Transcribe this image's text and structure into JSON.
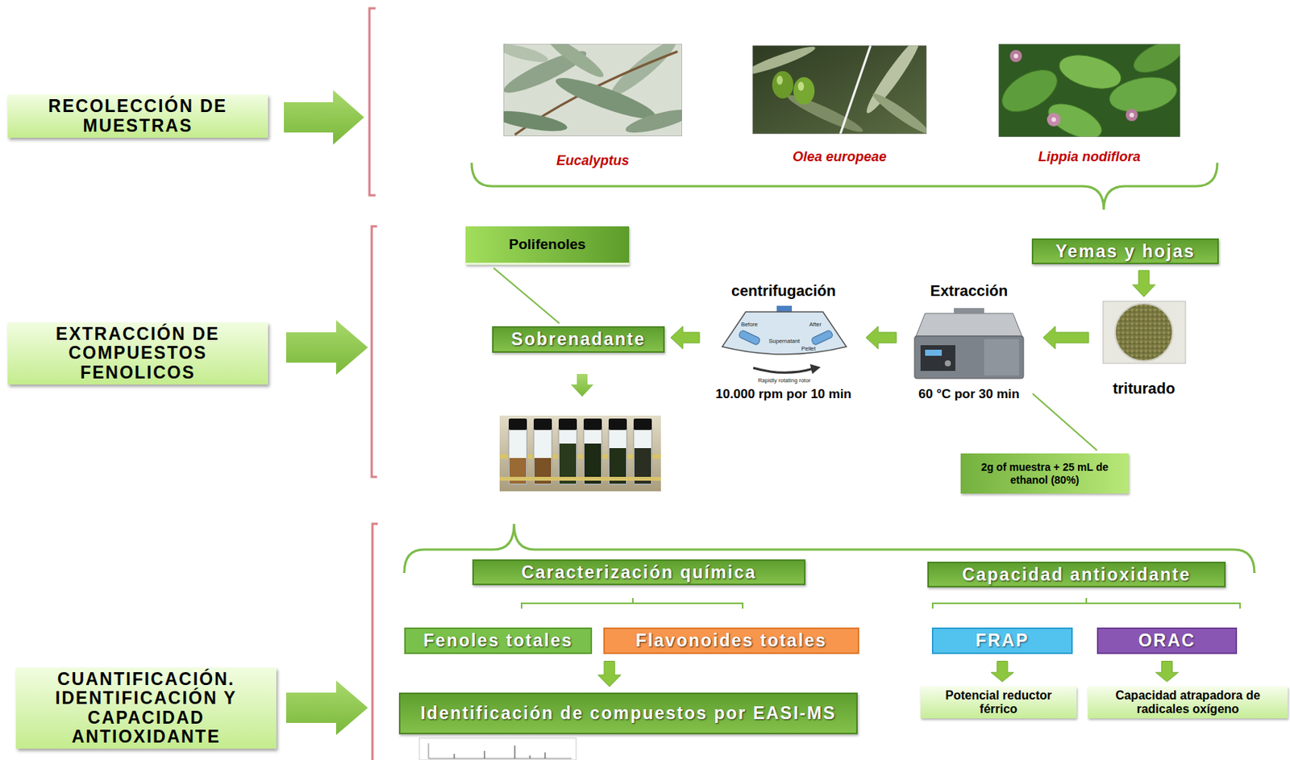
{
  "diagram": {
    "nodes": [
      {
        "text": [
          "RECOLECCIÓN DE MUESTRAS"
        ]
      },
      {
        "text": [
          "Eucalyptus"
        ]
      },
      {
        "text": [
          "Olea europeae"
        ]
      },
      {
        "text": [
          "Lippia nodiflora"
        ]
      },
      {
        "text": [
          "EXTRACCIÓN DE COMPUESTOS FENOLICOS"
        ]
      },
      {
        "text": [
          "Polifenoles"
        ]
      },
      {
        "text": [
          "Yemas y hojas"
        ]
      },
      {
        "text": [
          "centrifugación",
          "10.000 rpm por 10 min"
        ]
      },
      {
        "text": [
          "Extracción",
          "60 °C por 30 min"
        ]
      },
      {
        "text": [
          "Sobrenadante"
        ]
      },
      {
        "text": [
          "triturado"
        ]
      },
      {
        "text": [
          "2g of muestra + 25 mL de ethanol (80%)"
        ]
      },
      {
        "text": [
          "CUANTIFICACIÓN. IDENTIFICACIÓN Y CAPACIDAD ANTIOXIDANTE"
        ]
      },
      {
        "text": [
          "Caracterización química"
        ]
      },
      {
        "text": [
          "Capacidad antioxidante"
        ]
      },
      {
        "text": [
          "Fenoles totales"
        ]
      },
      {
        "text": [
          "Flavonoides totales"
        ]
      },
      {
        "text": [
          "FRAP"
        ]
      },
      {
        "text": [
          "ORAC"
        ]
      },
      {
        "text": [
          "Identificación de compuestos por EASI-MS"
        ]
      },
      {
        "text": [
          "Potencial reductor férrico"
        ]
      },
      {
        "text": [
          "Capacidad atrapadora de radicales oxígeno"
        ]
      }
    ],
    "edges": [
      {
        "from": 5,
        "to": 9,
        "arrow": "none"
      },
      {
        "from": 6,
        "to": 10,
        "arrow": "to"
      },
      {
        "from": 10,
        "to": 8,
        "arrow": "to"
      },
      {
        "from": 8,
        "to": 7,
        "arrow": "to"
      },
      {
        "from": 7,
        "to": 9,
        "arrow": "to"
      },
      {
        "from": 8,
        "to": 11,
        "arrow": "none"
      },
      {
        "from": 16,
        "to": 19,
        "arrow": "to"
      },
      {
        "from": 17,
        "to": 20,
        "arrow": "to"
      },
      {
        "from": 18,
        "to": 21,
        "arrow": "to"
      }
    ],
    "labels": [
      "Before",
      "After",
      "Supernatant",
      "Pellet",
      "Rapidly rotating rotor"
    ]
  }
}
